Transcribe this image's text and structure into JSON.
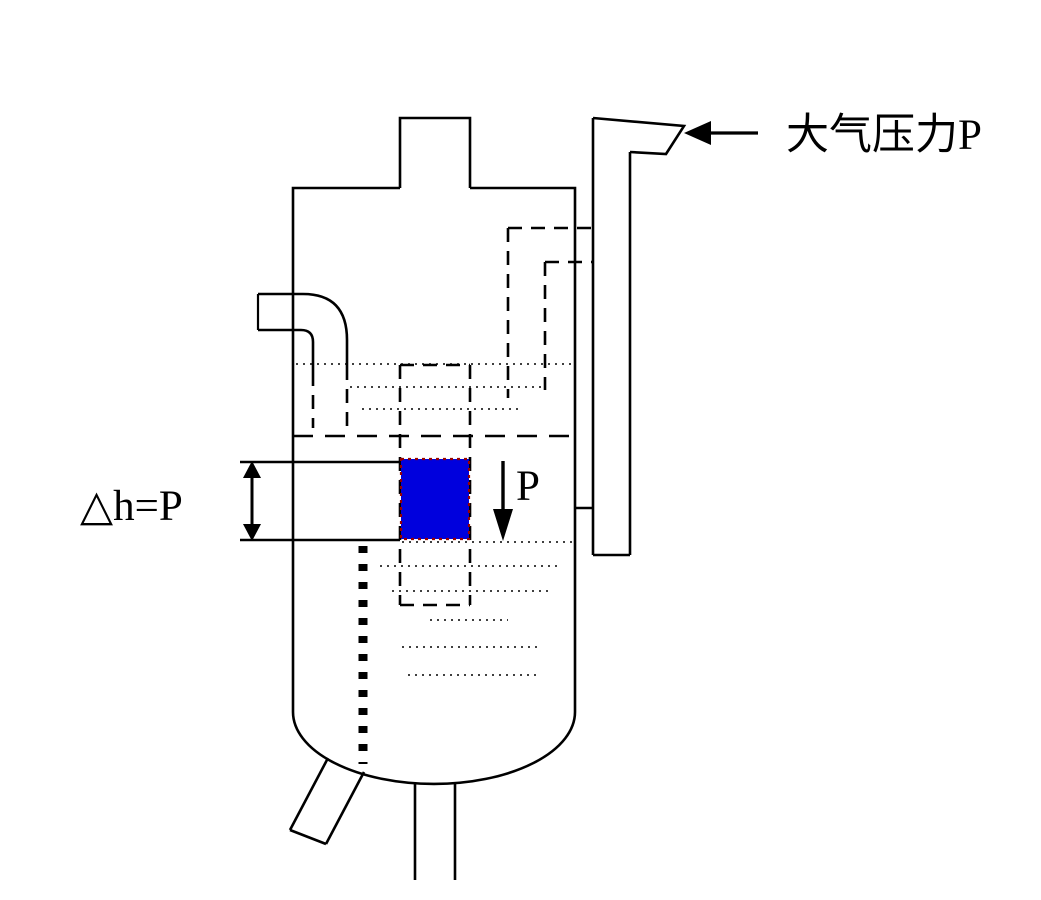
{
  "labels": {
    "atmospheric_pressure": "大气压力P",
    "head_equation": "△h=P",
    "pressure": "P"
  },
  "colors": {
    "line": "#000000",
    "background": "#ffffff",
    "float_fill": "#0000dd",
    "float_outline": "#990000"
  },
  "icons": {
    "atmospheric_arrow": "left-arrow",
    "pressure_arrow": "down-arrow",
    "head_arrow": "up-down-double-arrow"
  }
}
